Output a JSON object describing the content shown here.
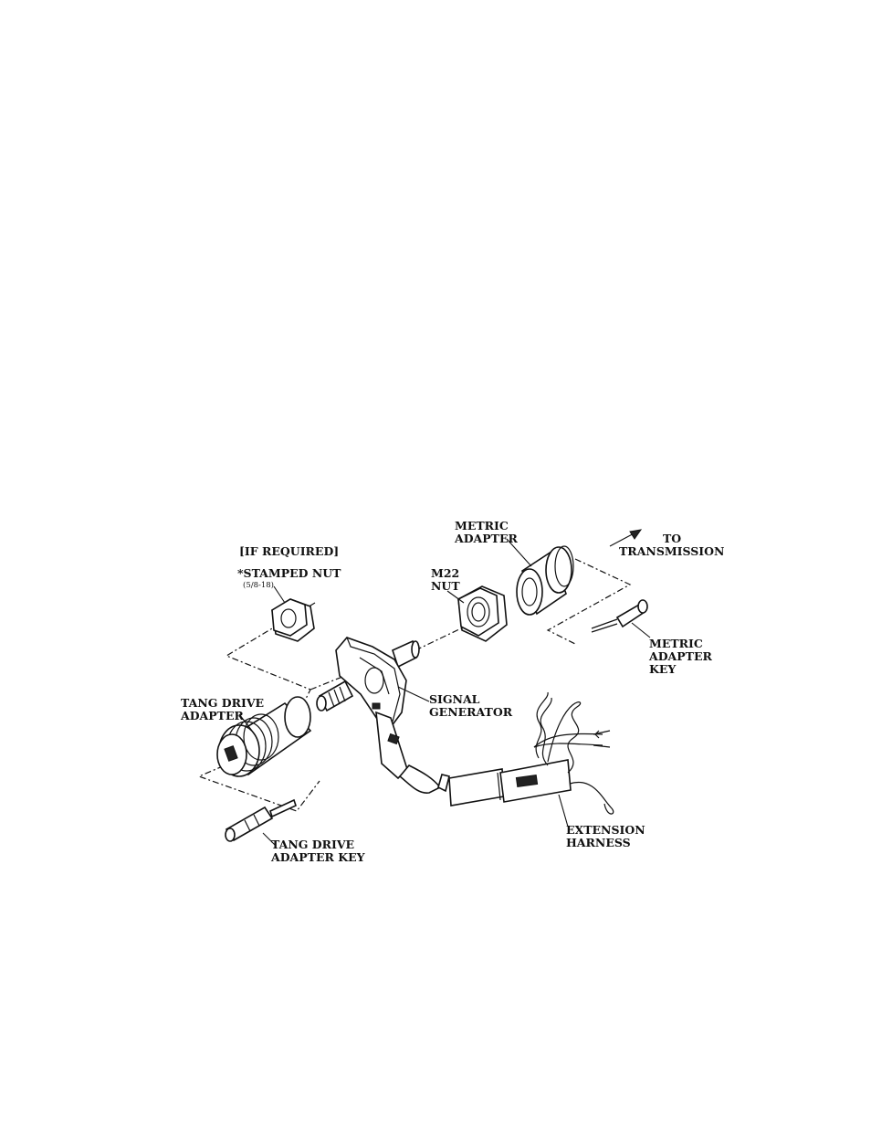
{
  "labels": {
    "if_required": "[IF REQUIRED]",
    "stamped_nut": "*STAMPED NUT",
    "stamped_nut_size": "(5/8-18)",
    "m22_line1": "M22",
    "m22_line2": "NUT",
    "metric_adapter_line1": "METRIC",
    "metric_adapter_line2": "ADAPTER",
    "to_line1": "TO",
    "to_line2": "TRANSMISSION",
    "metric_key_line1": "METRIC",
    "metric_key_line2": "ADAPTER",
    "metric_key_line3": "KEY",
    "tang_adapter_line1": "TANG DRIVE",
    "tang_adapter_line2": "ADAPTER",
    "signal_line1": "SIGNAL",
    "signal_line2": "GENERATOR",
    "extension_line1": "EXTENSION",
    "extension_line2": "HARNESS",
    "tang_key_line1": "TANG DRIVE",
    "tang_key_line2": "ADAPTER KEY"
  }
}
